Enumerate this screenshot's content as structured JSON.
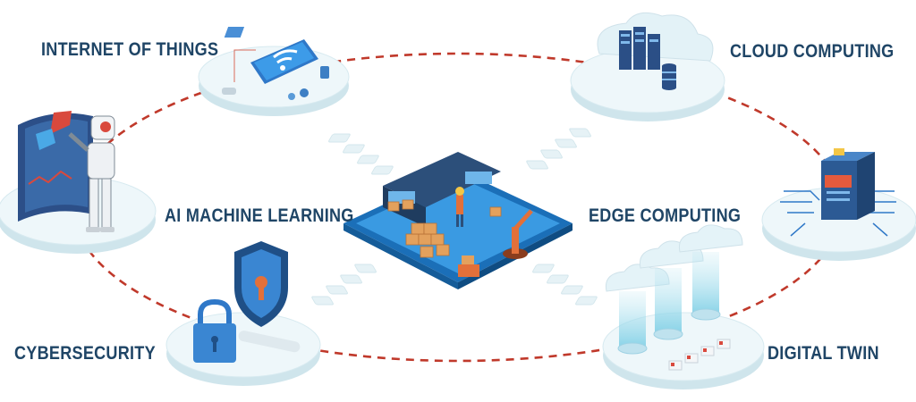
{
  "labels": {
    "iot": "INTERNET OF THINGS",
    "cloud": "CLOUD COMPUTING",
    "ai": "AI MACHINE LEARNING",
    "edge": "EDGE COMPUTING",
    "cyber": "CYBERSECURITY",
    "twin": "DIGITAL TWIN"
  },
  "colors": {
    "label_text": "#1f4566",
    "dashed_ring": "#c0392b",
    "platform_top": "#e8f4f7",
    "platform_side": "#cfe5ec",
    "factory_floor": "#2f8fd6",
    "accent_orange": "#e2703a"
  },
  "icons": [
    "wifi-tablet-icon",
    "server-cloud-icon",
    "robot-icon",
    "shield-icon",
    "padlock-icon",
    "cpu-chip-icon",
    "digital-twin-clouds-icon",
    "factory-icon"
  ]
}
